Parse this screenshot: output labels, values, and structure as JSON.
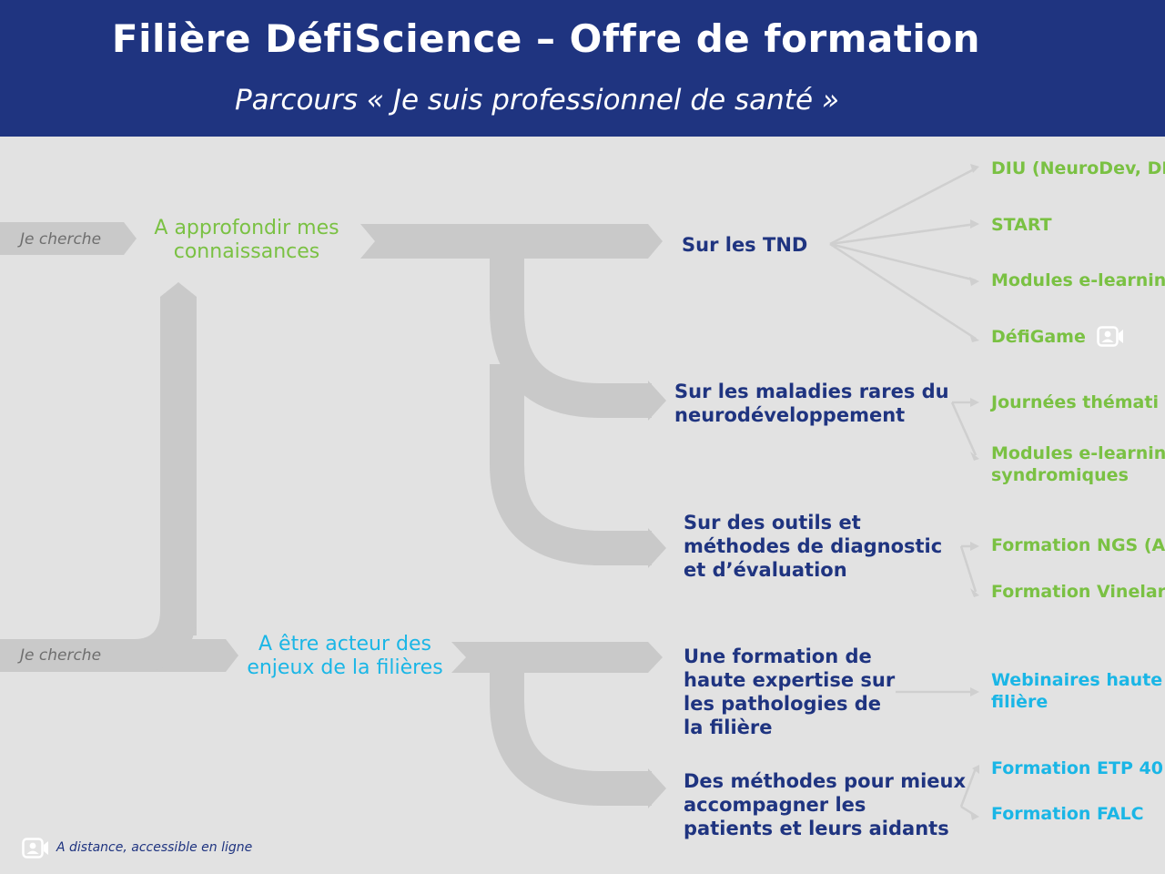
{
  "header": {
    "title": "Filière DéfiScience – Offre de formation",
    "subtitle": "Parcours « Je suis  professionnel de santé »"
  },
  "branches": [
    {
      "prompt": "Je cherche",
      "goal_lines": [
        "A approfondir mes",
        "connaissances"
      ],
      "color": "#7ac143",
      "topics": [
        {
          "lines": [
            "Sur les TND"
          ],
          "offers": [
            {
              "lines": [
                "DIU (NeuroDev, DI,"
              ]
            },
            {
              "lines": [
                "START"
              ]
            },
            {
              "lines": [
                "Modules e-learnin"
              ]
            },
            {
              "lines": [
                "DéfiGame"
              ],
              "icon": "video-call-icon"
            }
          ]
        },
        {
          "lines": [
            "Sur les maladies rares du",
            "neurodéveloppement"
          ],
          "offers": [
            {
              "lines": [
                "Journées thémati"
              ]
            },
            {
              "lines": [
                "Modules e-learnin",
                "syndromiques"
              ]
            }
          ]
        },
        {
          "lines": [
            "Sur des outils et",
            "méthodes de diagnostic",
            "et d’évaluation"
          ],
          "offers": [
            {
              "lines": [
                "Formation NGS (A"
              ]
            },
            {
              "lines": [
                "Formation Vinelar"
              ]
            }
          ]
        }
      ]
    },
    {
      "prompt": "Je cherche",
      "goal_lines": [
        "A être acteur des",
        "enjeux de la filières"
      ],
      "color": "#1ab6e6",
      "topics": [
        {
          "lines": [
            "Une formation de",
            "haute expertise sur",
            "les pathologies de",
            "la filière"
          ],
          "offers": [
            {
              "lines": [
                "Webinaires haute",
                "filière"
              ]
            }
          ]
        },
        {
          "lines": [
            "Des méthodes pour mieux",
            "accompagner les",
            "patients et leurs aidants"
          ],
          "offers": [
            {
              "lines": [
                "Formation ETP 40"
              ]
            },
            {
              "lines": [
                "Formation FALC"
              ]
            }
          ]
        }
      ]
    }
  ],
  "legend": {
    "icon": "video-call-icon",
    "text": "A distance, accessible en ligne"
  },
  "colors": {
    "header_bg": "#1f3480",
    "background": "#e2e2e2",
    "arrow": "#c9c9c9",
    "navy": "#1f3480",
    "green": "#7ac143",
    "cyan": "#1ab6e6"
  }
}
